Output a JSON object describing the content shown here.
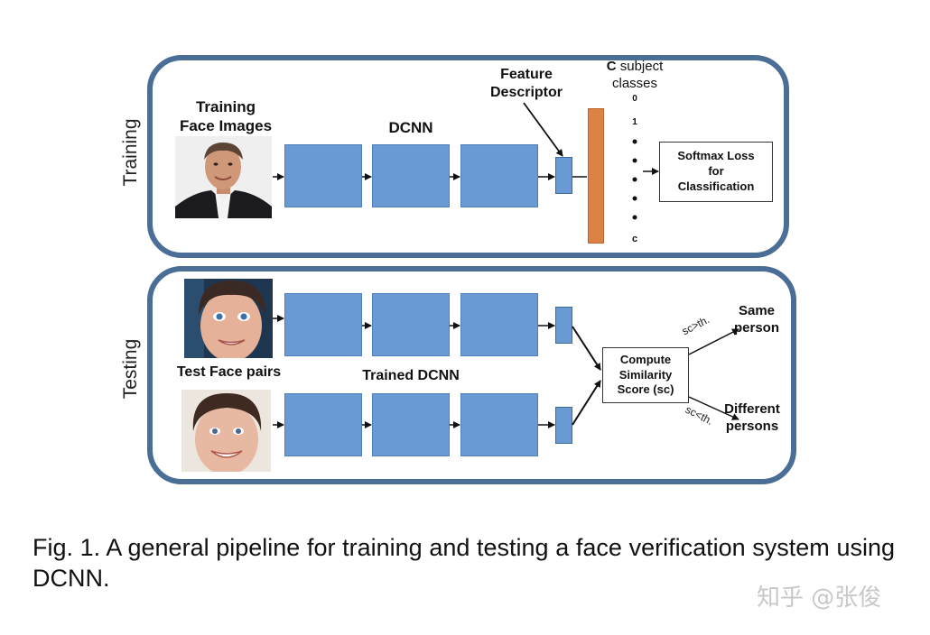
{
  "training": {
    "side_label": "Training",
    "images_label_line1": "Training",
    "images_label_line2": "Face Images",
    "network_label": "DCNN",
    "feature_label_line1": "Feature",
    "feature_label_line2": "Descriptor",
    "classes_label_prefix": "C",
    "classes_label_line1": "subject",
    "classes_label_line2": "classes",
    "class_first": "0",
    "class_second": "1",
    "class_last": "c",
    "loss_line1": "Softmax Loss",
    "loss_line2": "for",
    "loss_line3": "Classification"
  },
  "testing": {
    "side_label": "Testing",
    "pairs_label": "Test Face pairs",
    "network_label": "Trained DCNN",
    "score_line1": "Compute",
    "score_line2": "Similarity",
    "score_line3": "Score (sc)",
    "cond_above": "sc>th.",
    "cond_below": "sc<th.",
    "result_same_line1": "Same",
    "result_same_line2": "person",
    "result_diff_line1": "Different",
    "result_diff_line2": "persons"
  },
  "caption": "Fig. 1. A general pipeline for training and testing a face verification system using DCNN.",
  "watermark": "知乎 @张俊",
  "colors": {
    "panel_border": "#4a6e96",
    "block_fill": "#6a9ad3",
    "class_bar_fill": "#db8244"
  }
}
